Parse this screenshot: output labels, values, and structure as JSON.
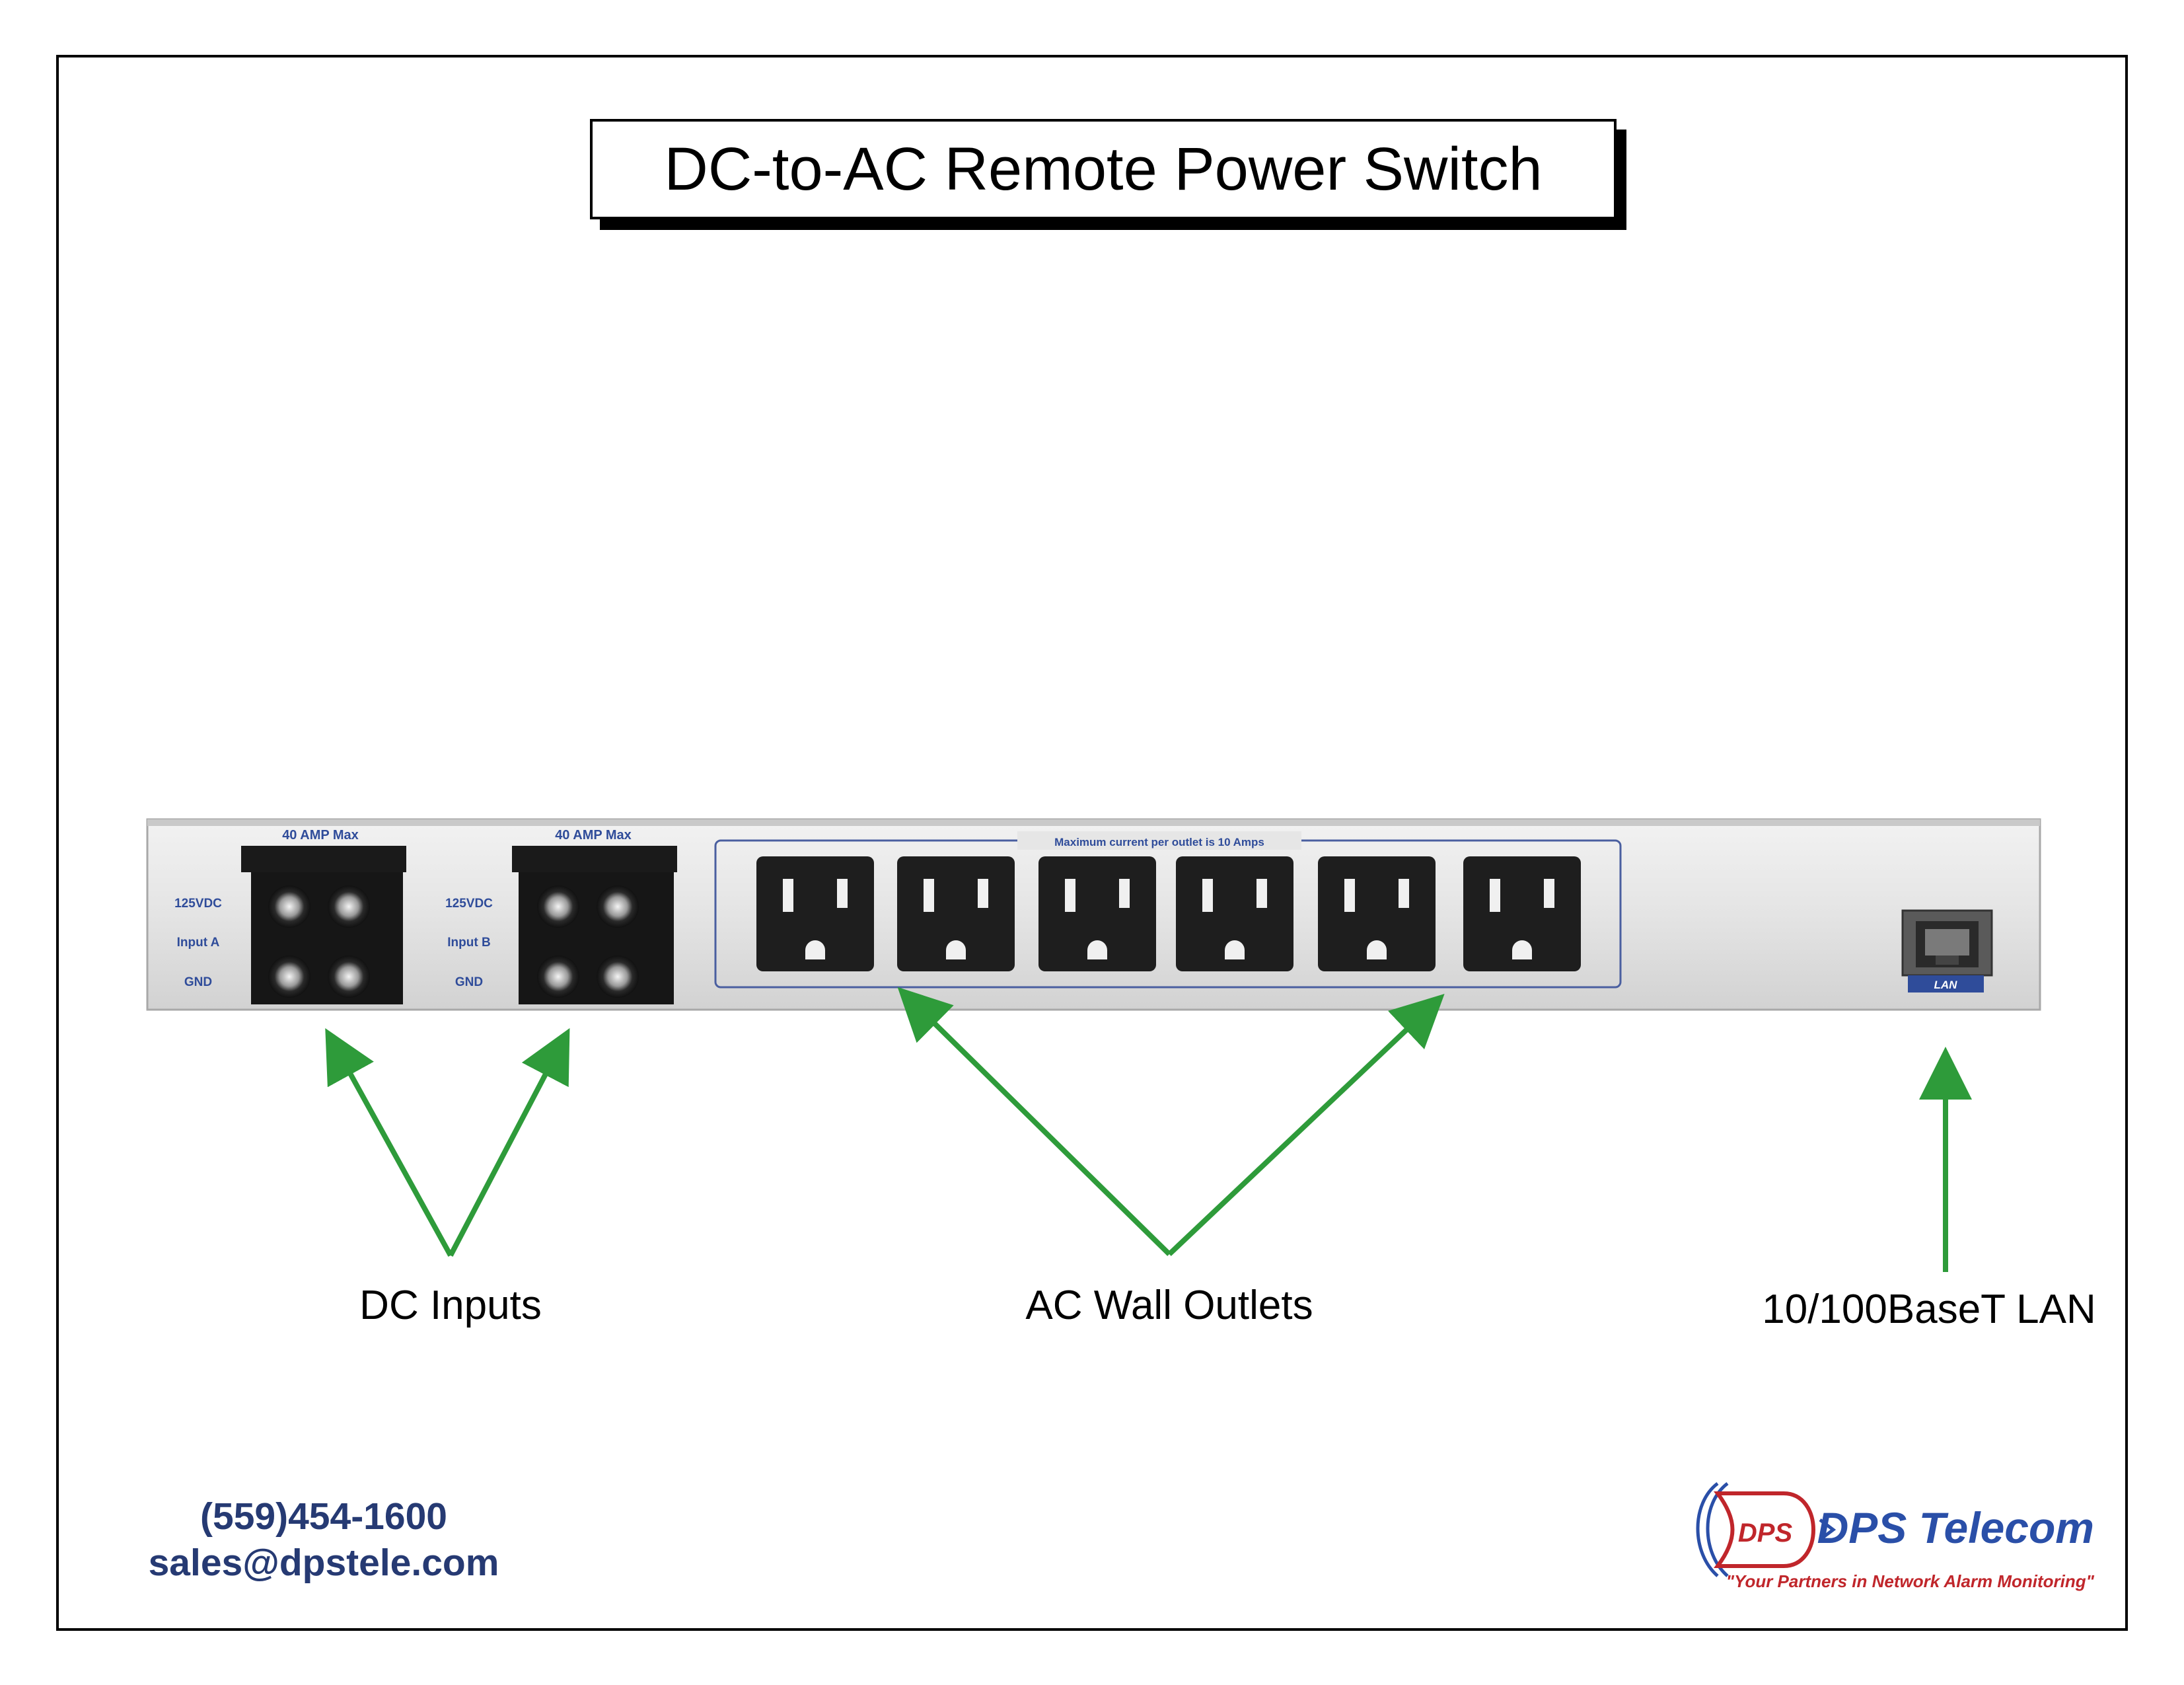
{
  "title": "DC-to-AC Remote Power Switch",
  "panel": {
    "amp_label_1": "40 AMP Max",
    "amp_label_2": "40 AMP Max",
    "input_a": {
      "v": "125VDC",
      "name": "Input A",
      "gnd": "GND"
    },
    "input_b": {
      "v": "125VDC",
      "name": "Input B",
      "gnd": "GND"
    },
    "outlet_caption": "Maximum current per outlet is 10 Amps",
    "lan_tag": "LAN"
  },
  "callouts": {
    "dc": "DC Inputs",
    "ac": "AC Wall Outlets",
    "lan": "10/100BaseT LAN"
  },
  "contact": {
    "phone": "(559)454-1600",
    "email": "sales@dpstele.com"
  },
  "logo": {
    "mark": "DPS",
    "name": "DPS Telecom",
    "tagline": "\"Your Partners in Network Alarm Monitoring\""
  },
  "colors": {
    "arrow": "#2e9b3a",
    "panel_text": "#2f4c9a",
    "contact_text": "#263a73",
    "logo_blue": "#2a4fa8",
    "tagline_red": "#c0262b"
  }
}
